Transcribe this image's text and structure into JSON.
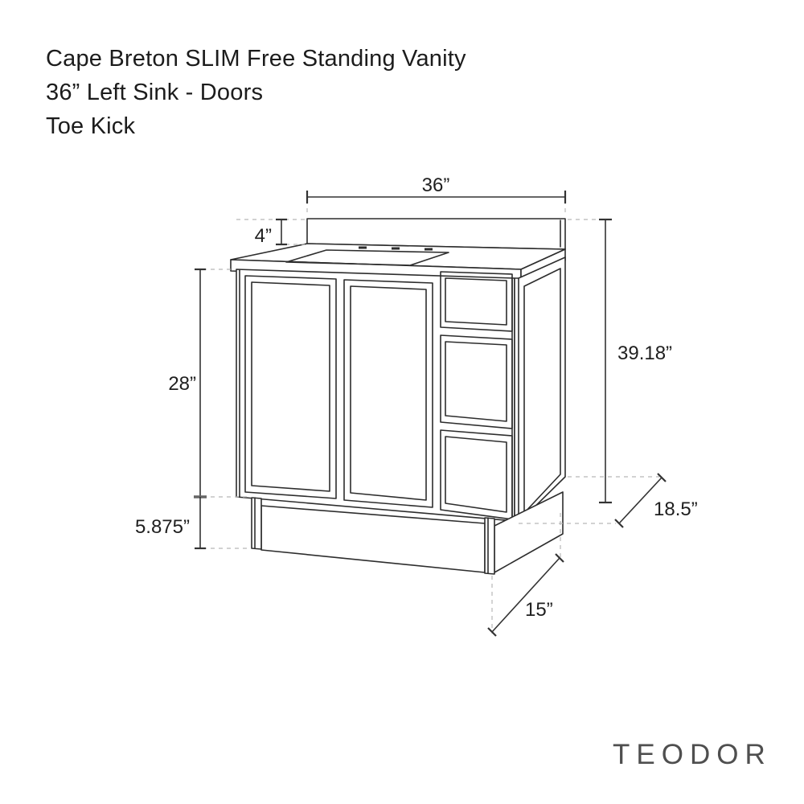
{
  "title": {
    "line1": "Cape Breton SLIM Free Standing Vanity",
    "line2": "36” Left Sink - Doors",
    "line3": "Toe Kick"
  },
  "brand": "TEODOR",
  "dimensions": {
    "width_top": "36”",
    "backsplash_height": "4”",
    "cabinet_height": "28”",
    "toe_kick_height": "5.875”",
    "total_height": "39.18”",
    "depth": "18.5”",
    "toe_kick_depth": "15”"
  },
  "drawing": {
    "line_color": "#2d2d2d",
    "dash_color": "#b8b8b8",
    "text_color": "#1c1c1c",
    "brand_color": "#4f4f4f"
  }
}
